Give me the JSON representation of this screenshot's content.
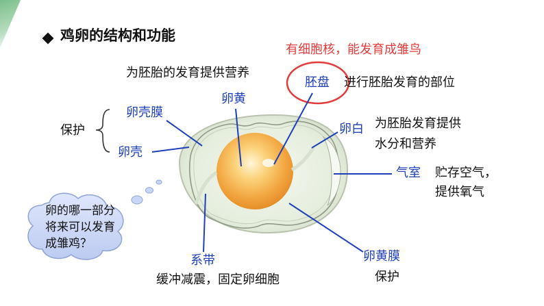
{
  "title": "鸡卵的结构和功能",
  "highlight_note": "有细胞核，能发育成雏鸟",
  "labels": {
    "pandisk": "胚盘",
    "pandisk_function": "进行胚胎发育的部位",
    "yolk": "卵黄",
    "yolk_function": "为胚胎的发育提供营养",
    "shell_membrane": "卵壳膜",
    "shell": "卵壳",
    "protect_group": "保护",
    "albumen": "卵白",
    "albumen_function_line1": "为胚胎发育提供",
    "albumen_function_line2": "水分和营养",
    "air_cell": "气室",
    "air_cell_function_line1": "贮存空气，",
    "air_cell_function_line2": "提供氧气",
    "chalaza": "系带",
    "chalaza_function": "缓冲减震，固定卵细胞",
    "yolk_membrane": "卵黄膜",
    "yolk_membrane_function": "保护"
  },
  "thought_bubble": {
    "line1": "卵的哪一部分",
    "line2": "将来可以发育",
    "line3": "成雏鸡？"
  },
  "colors": {
    "label_blue": "#1d3fb8",
    "note_red": "#e23b3b",
    "bubble_fill": "#c9d6f5",
    "yolk": "#f2a640"
  }
}
